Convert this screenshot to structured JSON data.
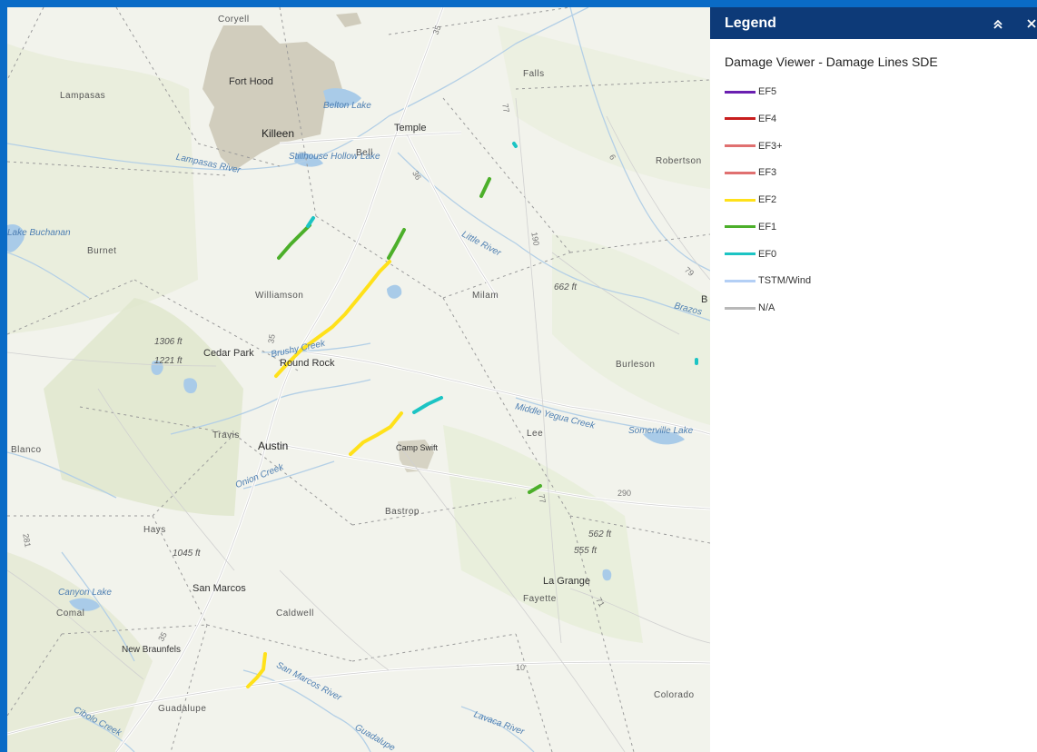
{
  "legend": {
    "title": "Legend",
    "layer_title": "Damage Viewer - Damage Lines SDE",
    "items": [
      {
        "label": "EF5",
        "color": "#6a1fb0"
      },
      {
        "label": "EF4",
        "color": "#c81e1e"
      },
      {
        "label": "EF3+",
        "color": "#e07070"
      },
      {
        "label": "EF3",
        "color": "#e07070"
      },
      {
        "label": "EF2",
        "color": "#ffe11a"
      },
      {
        "label": "EF1",
        "color": "#4caf2a"
      },
      {
        "label": "EF0",
        "color": "#1cc4c4"
      },
      {
        "label": "TSTM/Wind",
        "color": "#b3cff5"
      },
      {
        "label": "N/A",
        "color": "#b8b8b8"
      }
    ],
    "collapse_icon": "double-chevron-up-icon",
    "close_icon": "close-icon"
  },
  "map": {
    "labels": {
      "coryell": "Coryell",
      "fort_hood": "Fort Hood",
      "lampasas": "Lampasas",
      "belton_lake": "Belton Lake",
      "killeen": "Killeen",
      "temple": "Temple",
      "falls": "Falls",
      "lampasas_river": "Lampasas River",
      "stillhouse": "Stillhouse Hollow Lake",
      "bell": "Bell",
      "robertson": "Robertson",
      "lake_buchanan": "Lake Buchanan",
      "burnet": "Burnet",
      "little_river": "Little River",
      "williamson": "Williamson",
      "milam": "Milam",
      "elev_662": "662 ft",
      "brazos": "Brazos",
      "b": "B",
      "elev_1306": "1306 ft",
      "elev_1221": "1221 ft",
      "cedar_park": "Cedar Park",
      "brushy_creek": "Brushy Creek",
      "round_rock": "Round Rock",
      "burleson": "Burleson",
      "middle_yegua": "Middle Yegua Creek",
      "somerville": "Somerville Lake",
      "travis": "Travis",
      "austin": "Austin",
      "lee": "Lee",
      "camp_swift": "Camp Swift",
      "blanco": "Blanco",
      "onion_creek": "Onion Creek",
      "bastrop": "Bastrop",
      "hays": "Hays",
      "elev_1045": "1045 ft",
      "elev_562": "562 ft",
      "elev_555": "555 ft",
      "la_grange": "La Grange",
      "fayette": "Fayette",
      "canyon_lake": "Canyon Lake",
      "san_marcos": "San Marcos",
      "comal": "Comal",
      "caldwell": "Caldwell",
      "new_braunfels": "New Braunfels",
      "san_marcos_river": "San Marcos River",
      "guadalupe": "Guadalupe",
      "cibolo_creek": "Cibolo Creek",
      "guadalupe_river": "Guadalupe",
      "lavaca_river": "Lavaca River",
      "colorado": "Colorado",
      "hw35a": "35",
      "hw35b": "35",
      "hw35c": "35",
      "hw36": "36",
      "hw77": "77",
      "hw190": "190",
      "hw6": "6",
      "hw79": "79",
      "hw290": "290",
      "hw77b": "77",
      "hw71": "71",
      "hw10": "10",
      "hw281": "281"
    },
    "damage_tracks": [
      {
        "rating": "EF1",
        "points": [
          [
            522,
            208
          ],
          [
            531,
            189
          ]
        ]
      },
      {
        "rating": "EF1",
        "points": [
          [
            299,
            276
          ],
          [
            312,
            261
          ],
          [
            325,
            248
          ],
          [
            333,
            240
          ]
        ]
      },
      {
        "rating": "EF0",
        "points": [
          [
            331,
            241
          ],
          [
            337,
            232
          ]
        ]
      },
      {
        "rating": "EF1",
        "points": [
          [
            420,
            276
          ],
          [
            428,
            262
          ],
          [
            437,
            245
          ]
        ]
      },
      {
        "rating": "EF2",
        "points": [
          [
            296,
            406
          ],
          [
            307,
            394
          ],
          [
            324,
            377
          ],
          [
            343,
            363
          ],
          [
            358,
            352
          ],
          [
            372,
            338
          ],
          [
            386,
            321
          ],
          [
            399,
            305
          ],
          [
            410,
            291
          ],
          [
            421,
            280
          ]
        ]
      },
      {
        "rating": "EF2",
        "points": [
          [
            378,
            492
          ],
          [
            392,
            479
          ],
          [
            407,
            471
          ],
          [
            422,
            462
          ],
          [
            434,
            447
          ]
        ]
      },
      {
        "rating": "EF0",
        "points": [
          [
            448,
            446
          ],
          [
            463,
            437
          ],
          [
            478,
            430
          ]
        ]
      },
      {
        "rating": "EF1",
        "points": [
          [
            575,
            534
          ],
          [
            587,
            527
          ]
        ]
      },
      {
        "rating": "EF2",
        "points": [
          [
            265,
            748
          ],
          [
            275,
            738
          ],
          [
            282,
            729
          ],
          [
            284,
            712
          ]
        ]
      },
      {
        "rating": "EF0",
        "points": [
          [
            558,
            150
          ],
          [
            560,
            153
          ]
        ]
      },
      {
        "rating": "EF0",
        "points": [
          [
            759,
            388
          ],
          [
            759,
            392
          ]
        ]
      }
    ]
  }
}
